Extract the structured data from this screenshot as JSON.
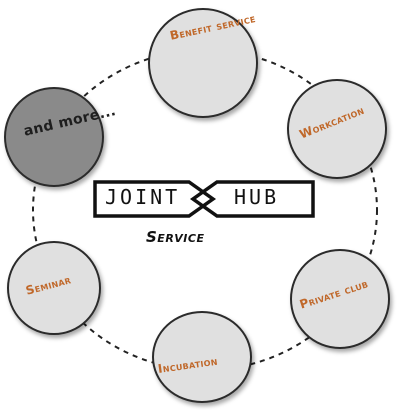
{
  "center": {
    "logo_left": "JOINT",
    "logo_right": "HUB",
    "subtitle": "Service"
  },
  "nodes": [
    {
      "label": "Benefit service"
    },
    {
      "label": "Workcation"
    },
    {
      "label": "Private club"
    },
    {
      "label": "Incubation"
    },
    {
      "label": "Seminar"
    },
    {
      "label": "and more..."
    }
  ],
  "colors": {
    "accent": "#c0682a",
    "node_fill": "#e0e0e0",
    "node_fill_highlight": "#8a8a8a",
    "outline": "#2b2b2b"
  }
}
